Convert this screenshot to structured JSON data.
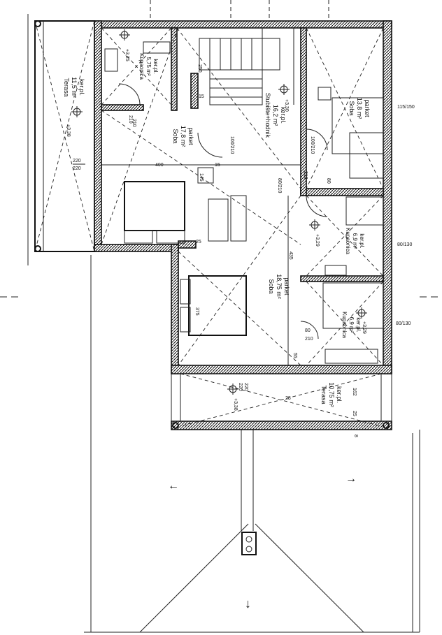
{
  "rooms": {
    "kupaonica_top": {
      "name": "Kupaonica",
      "area": "5,75 m²",
      "floor": "ker.pl."
    },
    "soba_1778": {
      "name": "Soba",
      "area": "17,8 m²",
      "floor": "parket"
    },
    "stubiste": {
      "name": "Stubište+hodnik",
      "area": "16,2 m²",
      "floor": "ker.pl."
    },
    "soba_138": {
      "name": "Soba",
      "area": "13,8 m²",
      "floor": "parket"
    },
    "kupaonica_mid": {
      "name": "Kupaonica",
      "area": "6,9 m²",
      "floor": "ker.pl."
    },
    "kupaonica_low": {
      "name": "Kupaonica",
      "area": "6,9 m²",
      "floor": "ker.pl."
    },
    "soba_1875": {
      "name": "Soba",
      "area": "18,75 m²",
      "floor": "parket"
    },
    "terasa_left": {
      "name": "Terasa",
      "area": "11,5 m²",
      "floor": "ker.pl."
    },
    "terasa_bottom": {
      "name": "Terasa",
      "area": "10,75 m²",
      "floor": "ker.pl."
    }
  },
  "levels": {
    "l325": "+3,25",
    "l330_stair": "+3,30",
    "l338_terrace": "+3,38",
    "l329_a": "+3,29",
    "l329_b": "+3,29",
    "l338_bottom": "+3,38"
  },
  "dimensions": {
    "d220_left": "220",
    "d220_left_b": "220",
    "d400": "400",
    "d375": "375",
    "d435": "435",
    "d210_a": "210",
    "d210_b": "210",
    "d210_c": "210",
    "d210_d": "210",
    "d100_210_a": "100/210",
    "d100_210_b": "100/210",
    "d80_210": "80/210",
    "d80_top": "80",
    "d80_mid": "80",
    "d115_150": "115/150",
    "d80_130_a": "80/130",
    "d80_130_b": "80/130",
    "d220_bottom": "220",
    "d220_bottom_b": "220",
    "d55": "55",
    "d162": "162",
    "d25": "25",
    "d15_a": "15",
    "d15_b": "15",
    "d25_b": "25",
    "d145": "145",
    "d250": "250",
    "d8": "8",
    "d28": "28"
  },
  "symbols": {
    "arrow_left": "←",
    "arrow_right": "→",
    "arrow_down": "↓"
  }
}
